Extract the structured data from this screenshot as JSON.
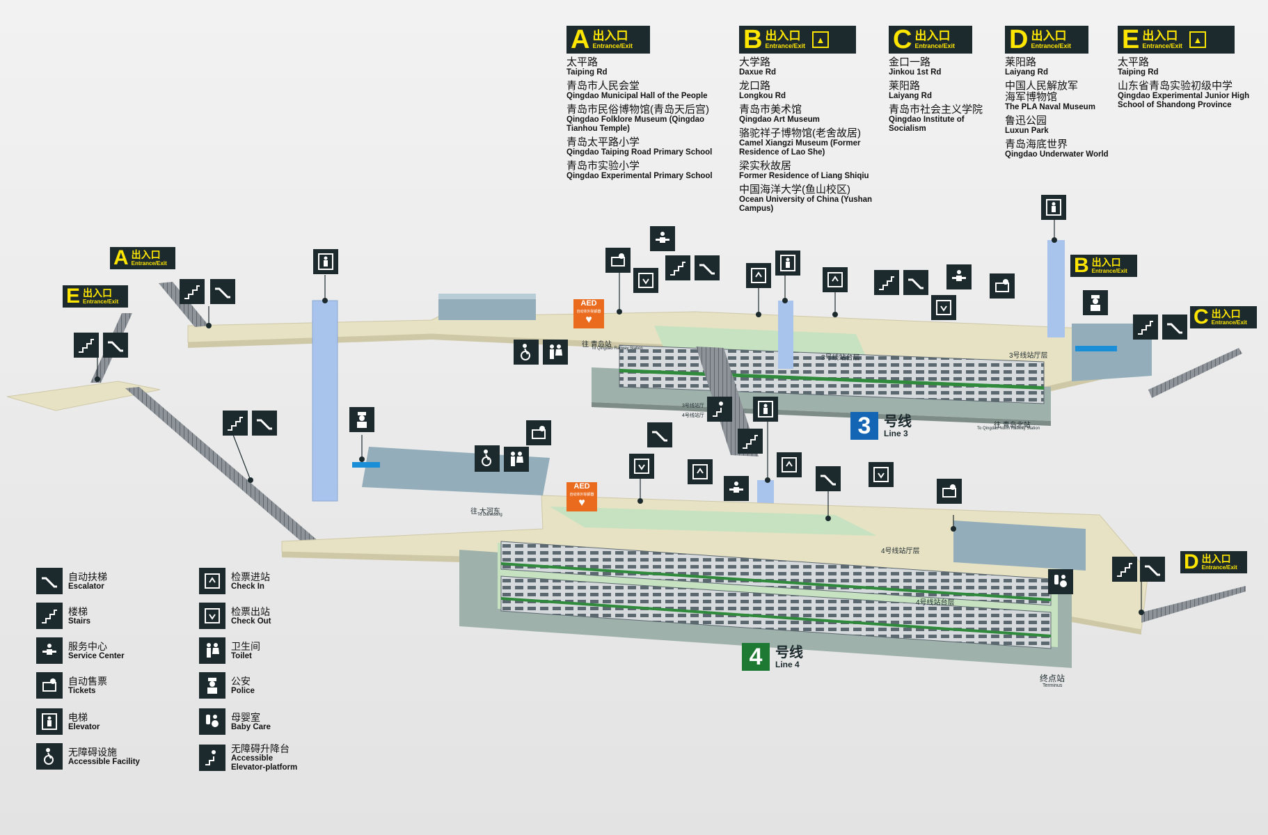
{
  "exits": [
    {
      "letter": "A",
      "cn": "出入口",
      "en": "Entrance/Exit",
      "elevator": false,
      "dest": [
        {
          "cn": "太平路",
          "en": "Taiping Rd"
        },
        {
          "cn": "青岛市人民会堂",
          "en": "Qingdao Municipal Hall of the People"
        },
        {
          "cn": "青岛市民俗博物馆(青岛天后宫)",
          "en": "Qingdao Folklore Museum (Qingdao Tianhou Temple)"
        },
        {
          "cn": "青岛太平路小学",
          "en": "Qingdao Taiping Road Primary School"
        },
        {
          "cn": "青岛市实验小学",
          "en": "Qingdao Experimental Primary School"
        }
      ]
    },
    {
      "letter": "B",
      "cn": "出入口",
      "en": "Entrance/Exit",
      "elevator": true,
      "dest": [
        {
          "cn": "大学路",
          "en": "Daxue Rd"
        },
        {
          "cn": "龙口路",
          "en": "Longkou Rd"
        },
        {
          "cn": "青岛市美术馆",
          "en": "Qingdao Art Museum"
        },
        {
          "cn": "骆驼祥子博物馆(老舍故居)",
          "en": "Camel Xiangzi Museum (Former Residence of Lao She)"
        },
        {
          "cn": "梁实秋故居",
          "en": "Former Residence of Liang Shiqiu"
        },
        {
          "cn": "中国海洋大学(鱼山校区)",
          "en": "Ocean University of China (Yushan Campus)"
        }
      ]
    },
    {
      "letter": "C",
      "cn": "出入口",
      "en": "Entrance/Exit",
      "elevator": false,
      "dest": [
        {
          "cn": "金口一路",
          "en": "Jinkou 1st Rd"
        },
        {
          "cn": "莱阳路",
          "en": "Laiyang Rd"
        },
        {
          "cn": "青岛市社会主义学院",
          "en": "Qingdao Institute of Socialism"
        }
      ]
    },
    {
      "letter": "D",
      "cn": "出入口",
      "en": "Entrance/Exit",
      "elevator": false,
      "dest": [
        {
          "cn": "莱阳路",
          "en": "Laiyang Rd"
        },
        {
          "cn": "中国人民解放军 海军博物馆",
          "en": "The PLA Naval Museum"
        },
        {
          "cn": "鲁迅公园",
          "en": "Luxun Park"
        },
        {
          "cn": "青岛海底世界",
          "en": "Qingdao Underwater World"
        }
      ]
    },
    {
      "letter": "E",
      "cn": "出入口",
      "en": "Entrance/Exit",
      "elevator": true,
      "dest": [
        {
          "cn": "太平路",
          "en": "Taiping Rd"
        },
        {
          "cn": "山东省青岛实验初级中学",
          "en": "Qingdao Experimental Junior High School of Shandong Province"
        }
      ]
    }
  ],
  "map_signs": {
    "entrance_cn": "出入口",
    "entrance_en": "Entrance/Exit",
    "A": "A",
    "B": "B",
    "C": "C",
    "D": "D",
    "E": "E"
  },
  "lines": {
    "line3": {
      "num": "3",
      "cn": "号线",
      "en": "Line 3",
      "color": "#1466b4"
    },
    "line4": {
      "num": "4",
      "cn": "号线",
      "en": "Line 4",
      "color": "#1e7a32"
    }
  },
  "map_labels": {
    "l3_platform": "3号线站台层",
    "l3_concourse": "3号线站厅层",
    "l4_concourse": "4号线站厅层",
    "l4_platform": "4号线站台层",
    "to_qingdao_cn": "往 青岛站",
    "to_qingdao_en": "To Qingdao Railway Station",
    "to_qingdao_north_cn": "往 青岛北站",
    "to_qingdao_north_en": "To Qingdao North Railway Station",
    "to_taihedong_cn": "往 大河东",
    "to_taihedong_en": "To Dahedong",
    "l3_platform_small": "3号线站厅",
    "l4_platform_small": "4号线站厅",
    "terminus_cn": "终点站",
    "terminus_en": "Terminus",
    "aed": "AED",
    "aed_sub": "自动体外除颤器"
  },
  "legend": [
    {
      "icon": "escalator",
      "cn": "自动扶梯",
      "en": "Escalator"
    },
    {
      "icon": "stairs",
      "cn": "楼梯",
      "en": "Stairs"
    },
    {
      "icon": "service",
      "cn": "服务中心",
      "en": "Service Center"
    },
    {
      "icon": "ticket",
      "cn": "自动售票",
      "en": "Tickets"
    },
    {
      "icon": "elevator",
      "cn": "电梯",
      "en": "Elevator"
    },
    {
      "icon": "accessible",
      "cn": "无障碍设施",
      "en": "Accessible Facility"
    },
    {
      "icon": "checkin",
      "cn": "检票进站",
      "en": "Check In"
    },
    {
      "icon": "checkout",
      "cn": "检票出站",
      "en": "Check Out"
    },
    {
      "icon": "toilet",
      "cn": "卫生间",
      "en": "Toilet"
    },
    {
      "icon": "police",
      "cn": "公安",
      "en": "Police"
    },
    {
      "icon": "babycare",
      "cn": "母婴室",
      "en": "Baby Care"
    },
    {
      "icon": "platform-lift",
      "cn": "无障碍升降台",
      "en": "Accessible Elevator-platform"
    }
  ],
  "colors": {
    "sign_bg": "#1c2a2e",
    "sign_text": "#ffe600",
    "floor": "#e8e2c4",
    "platform": "#c7e2c0",
    "elevator": "#a9c4ec",
    "aed": "#ea6b1e"
  }
}
